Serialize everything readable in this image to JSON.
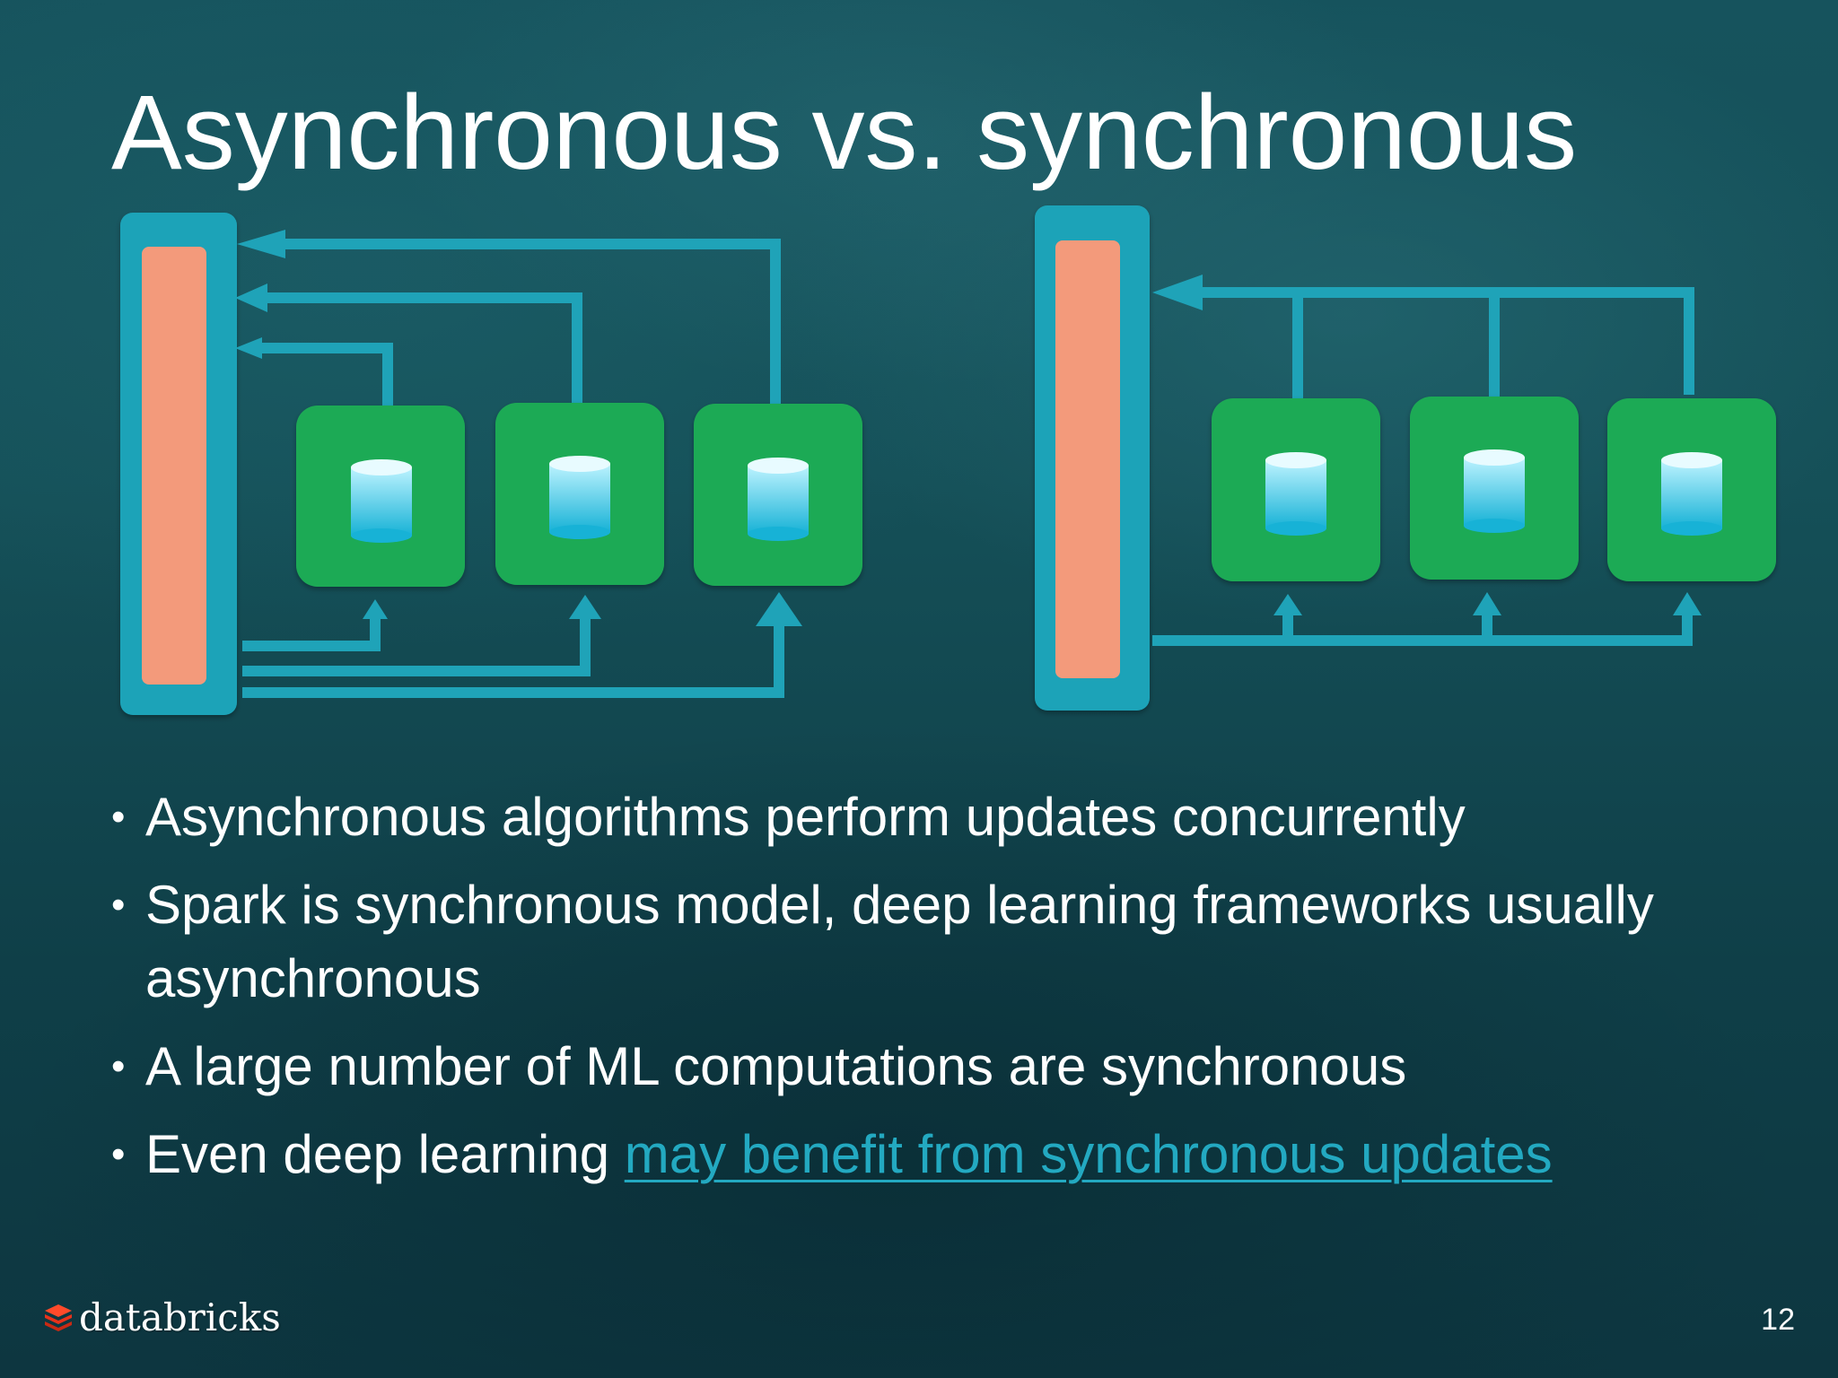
{
  "slide": {
    "title": "Asynchronous vs. synchronous",
    "page_number": "12"
  },
  "bullets": [
    {
      "text": "Asynchronous algorithms perform updates concurrently"
    },
    {
      "text": "Spark is synchronous model, deep learning frameworks usually asynchronous"
    },
    {
      "text": "A large number of ML computations are synchronous"
    },
    {
      "text": "Even deep learning ",
      "link_text": "may benefit from synchronous updates"
    }
  ],
  "bullet_glyph": "•",
  "logo": {
    "text": "databricks"
  },
  "colors": {
    "server_frame": "#1fa3b8",
    "server_core": "#f39a7b",
    "worker": "#1faa55",
    "arrow": "#1fa3b8",
    "link": "#23a9c1"
  },
  "icons": [
    "database-icon",
    "databricks-logo-icon"
  ]
}
